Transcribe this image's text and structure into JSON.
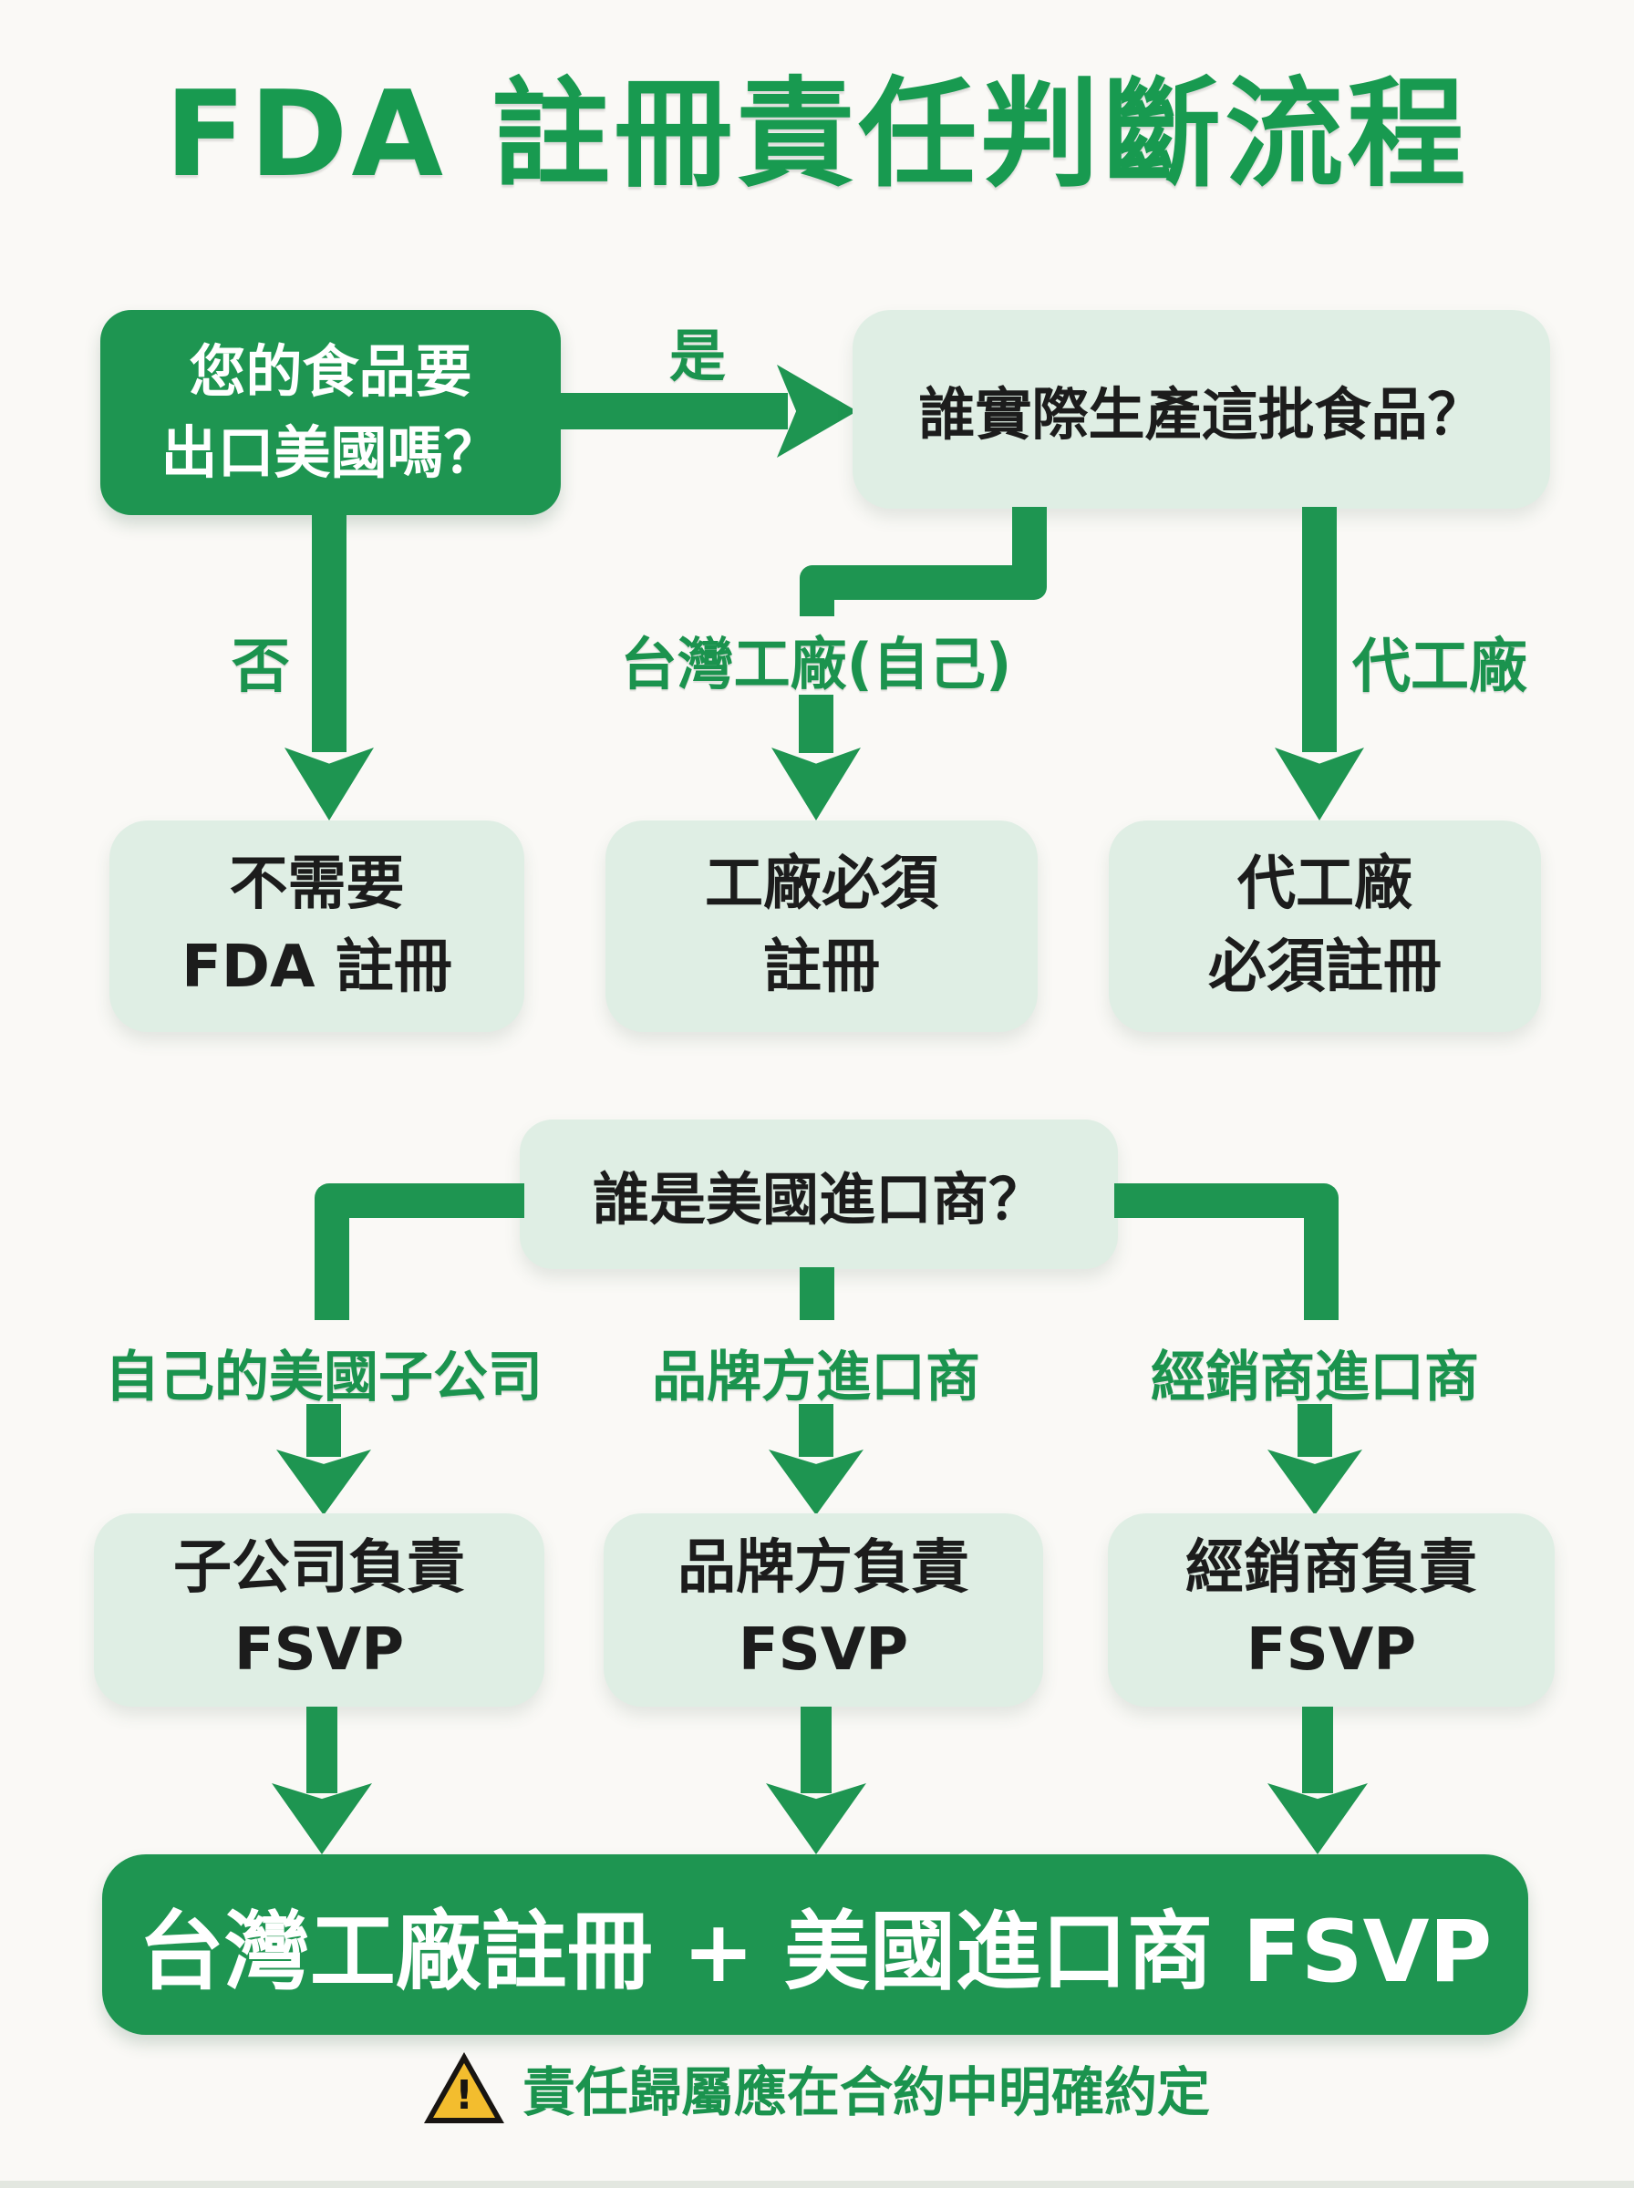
{
  "title": "FDA 註冊責任判斷流程",
  "colors": {
    "dark_green": "#1e9551",
    "light_green": "#dfeee4",
    "title_green": "#189a50",
    "text_black": "#1c1c1c",
    "warning_yellow": "#f3bd2e",
    "background": "#faf9f6"
  },
  "flow": {
    "q_export": {
      "lines": [
        "您的食品要",
        "出口美國嗎？"
      ]
    },
    "yes_label": "是",
    "no_label": "否",
    "q_producer": "誰實際生產這批食品？",
    "branch_own_factory": "台灣工廠(自己)",
    "branch_contract_factory": "代工廠",
    "results_registration": {
      "no_export": {
        "lines": [
          "不需要",
          "FDA 註冊"
        ]
      },
      "own_factory": {
        "lines": [
          "工廠必須",
          "註冊"
        ]
      },
      "contract_factory": {
        "lines": [
          "代工廠",
          "必須註冊"
        ]
      }
    },
    "q_importer": "誰是美國進口商？",
    "importer_labels": {
      "subsidiary": "自己的美國子公司",
      "brand": "品牌方進口商",
      "distributor": "經銷商進口商"
    },
    "results_fsvp": {
      "subsidiary": {
        "lines": [
          "子公司負責",
          "FSVP"
        ]
      },
      "brand": {
        "lines": [
          "品牌方負責",
          "FSVP"
        ]
      },
      "distributor": {
        "lines": [
          "經銷商負責",
          "FSVP"
        ]
      }
    },
    "final_banner": "台灣工廠註冊 + 美國進口商 FSVP",
    "footnote": {
      "exclamation": "!",
      "text": "責任歸屬應在合約中明確約定"
    }
  }
}
